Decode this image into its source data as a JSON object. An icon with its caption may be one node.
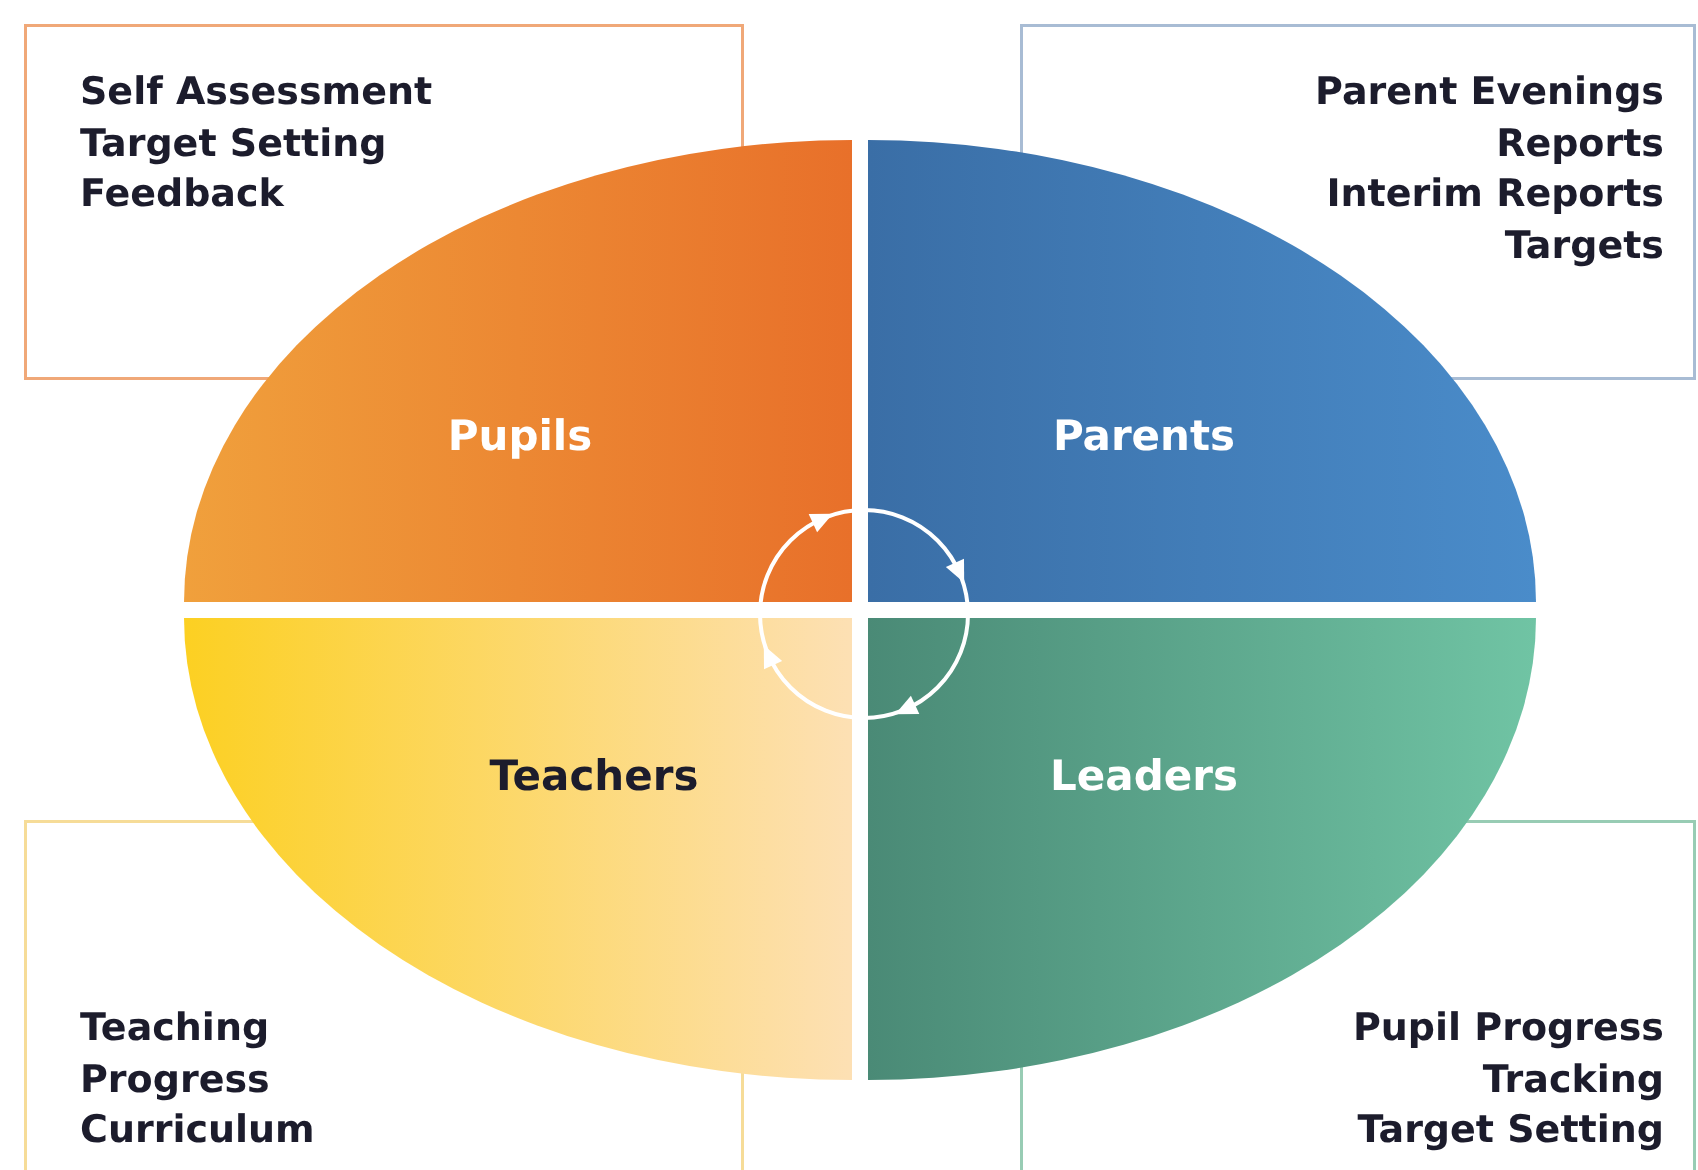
{
  "diagram": {
    "nodes": [
      {
        "text": [
          "Self Assessment",
          "Target Setting",
          "Feedback"
        ]
      },
      {
        "text": [
          "Parent Evenings",
          "Reports",
          "Interim Reports",
          "Targets"
        ]
      },
      {
        "text": [
          "Pupils"
        ]
      },
      {
        "text": [
          "Parents"
        ]
      },
      {
        "text": [
          "Teachers"
        ]
      },
      {
        "text": [
          "Leaders"
        ]
      },
      {
        "text": [
          "Teaching",
          "Progress",
          "Curriculum"
        ]
      },
      {
        "text": [
          "Pupil Progress",
          "Tracking",
          "Target Setting"
        ]
      }
    ],
    "edges": []
  }
}
